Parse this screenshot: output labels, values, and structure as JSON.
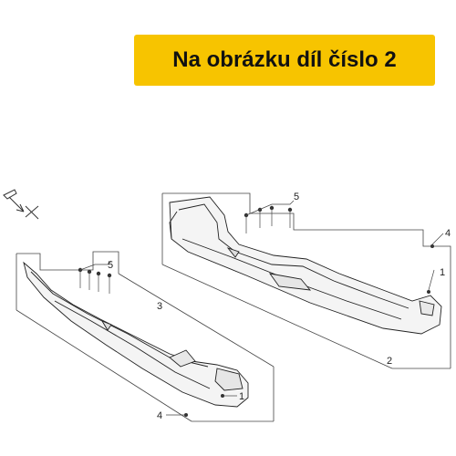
{
  "banner": {
    "text": "Na obrázku díl číslo 2"
  },
  "colors": {
    "banner_bg": "#f7c400",
    "banner_text": "#111111",
    "line": "#333333"
  },
  "callouts": {
    "upper_5": "5",
    "upper_4": "4",
    "upper_1": "1",
    "upper_2": "2",
    "lower_5": "5",
    "lower_3": "3",
    "lower_1": "1",
    "lower_4": "4"
  },
  "icons": {
    "front_direction": "front-arrow-icon"
  }
}
